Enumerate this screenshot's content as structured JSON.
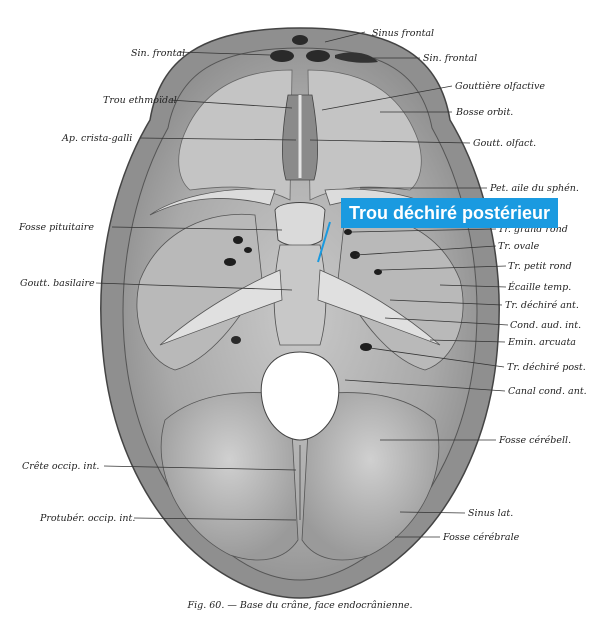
{
  "highlight": {
    "label": "Trou déchiré postérieur",
    "color": "#1a9ae0"
  },
  "caption": "Fig. 60. — Base du crâne, face endocrânienne.",
  "labels": {
    "sinus_frontal_top": "Sinus frontal",
    "sin_frontal_left": "Sin. frontal",
    "sin_frontal_right": "Sin. frontal",
    "gouttiere_olfactive": "Gouttière olfactive",
    "trou_ethmoidal": "Trou ethmoïdal",
    "bosse_orbit": "Bosse orbit.",
    "ap_crista_galli": "Ap. crista-galli",
    "goutt_olfact": "Goutt. olfact.",
    "pet_aile": "Pet. aile du sphén.",
    "fosse_pituitaire": "Fosse pituitaire",
    "tr_grand_rond": "Tr. grand rond",
    "tr_ovale": "Tr. ovale",
    "tr_petit_rond": "Tr. petit rond",
    "goutt_basilaire": "Goutt. basilaire",
    "ecaille_temp": "Écaille temp.",
    "tr_dechire_ant": "Tr. déchiré ant.",
    "cond_aud_int": "Cond. aud. int.",
    "emin_arcuata": "Emin. arcuata",
    "tr_dechire_post": "Tr. déchiré post.",
    "canal_cond_ant": "Canal cond. ant.",
    "fosse_cerebell": "Fosse cérébell.",
    "crete_occip": "Crête occip. int.",
    "sinus_lat": "Sinus lat.",
    "protuber_occip": "Protubér. occip. int.",
    "fosse_cerebrale": "Fosse cérébrale"
  }
}
